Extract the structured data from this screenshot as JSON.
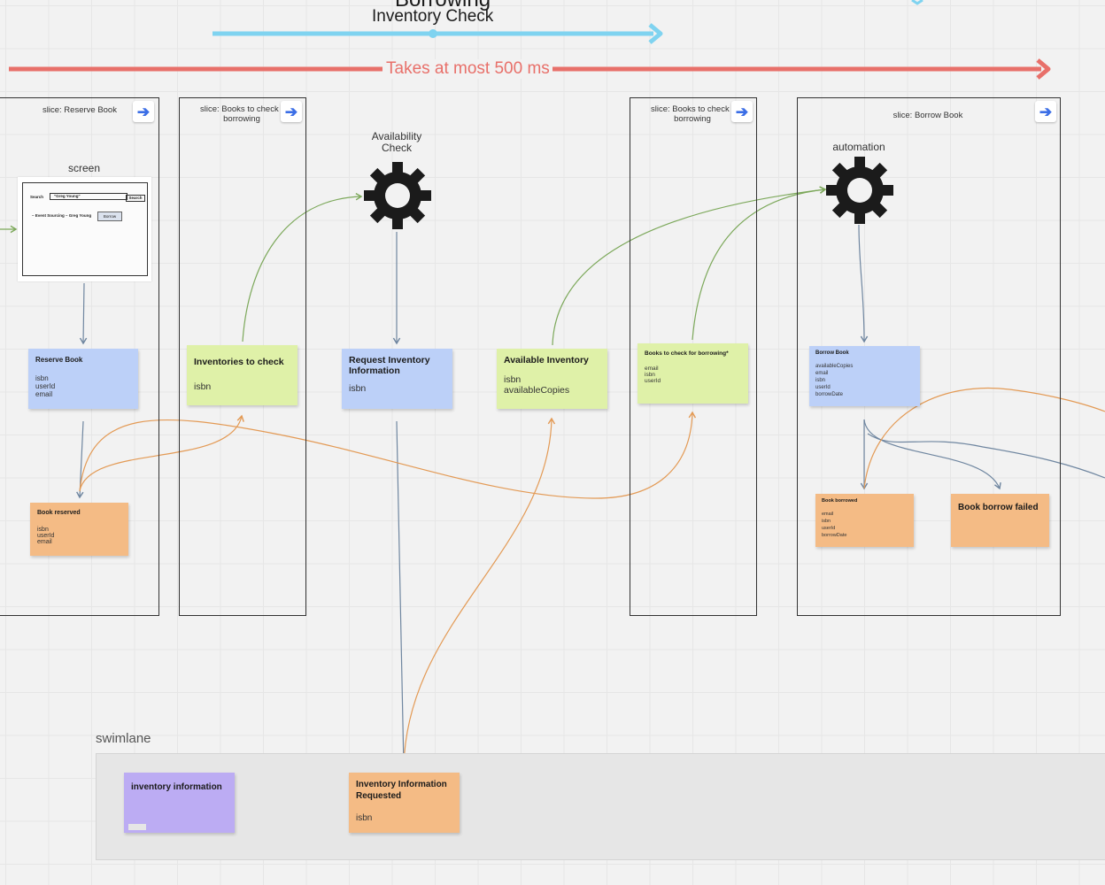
{
  "header": {
    "title": "Borrowing",
    "subtitle": "Inventory Check",
    "time_constraint": "Takes at most 500 ms"
  },
  "colors": {
    "blue_line": "#7fd3f0",
    "red_line": "#e8706a",
    "command": "#bcd0f8",
    "readmodel": "#dff1a8",
    "event": "#f4bb85",
    "external": "#bcacf3"
  },
  "slices": [
    {
      "title": "slice: Reserve Book"
    },
    {
      "title": "slice: Books to check f borrowing"
    },
    {
      "title": "slice: Books to check f borrowing"
    },
    {
      "title": "slice: Borrow Book"
    }
  ],
  "labels": {
    "screen": "screen",
    "availability_check": "Availability Check",
    "automation": "automation",
    "swimlane": "swimlane"
  },
  "icons": {
    "link": "arrow-right-icon",
    "processor": "gear-icon"
  },
  "screen_mock": {
    "search_label": "Search",
    "search_value": "\"Greg Young\"",
    "search_button": "Search",
    "result": "– Event Sourcing – Greg Young",
    "borrow_button": "Borrow"
  },
  "stickies": {
    "reserve_book": {
      "title": "Reserve Book",
      "fields": [
        "isbn",
        "userId",
        "email"
      ]
    },
    "book_reserved": {
      "title": "Book reserved",
      "fields": [
        "isbn",
        "userId",
        "email"
      ]
    },
    "inventories_to_check": {
      "title": "Inventories to check",
      "fields": [
        "isbn"
      ]
    },
    "request_inventory": {
      "title": "Request Inventory Information",
      "fields": [
        "isbn"
      ]
    },
    "available_inventory": {
      "title": "Available Inventory",
      "fields": [
        "isbn",
        "availableCopies"
      ]
    },
    "books_to_check": {
      "title": "Books to check for borrowing*",
      "fields": [
        "email",
        "isbn",
        "userId"
      ]
    },
    "borrow_book": {
      "title": "Borrow Book",
      "fields": [
        "availableCopies",
        "email",
        "isbn",
        "userId",
        "borrowDate"
      ]
    },
    "book_borrowed": {
      "title": "Book borrowed",
      "fields": [
        "email",
        "isbn",
        "userId",
        "borrowDate"
      ]
    },
    "book_borrow_failed": {
      "title": "Book borrow failed",
      "fields": []
    },
    "inventory_information": {
      "title": "inventory information",
      "fields": []
    },
    "inventory_info_requested": {
      "title": "Inventory Information Requested",
      "fields": [
        "isbn"
      ]
    }
  }
}
